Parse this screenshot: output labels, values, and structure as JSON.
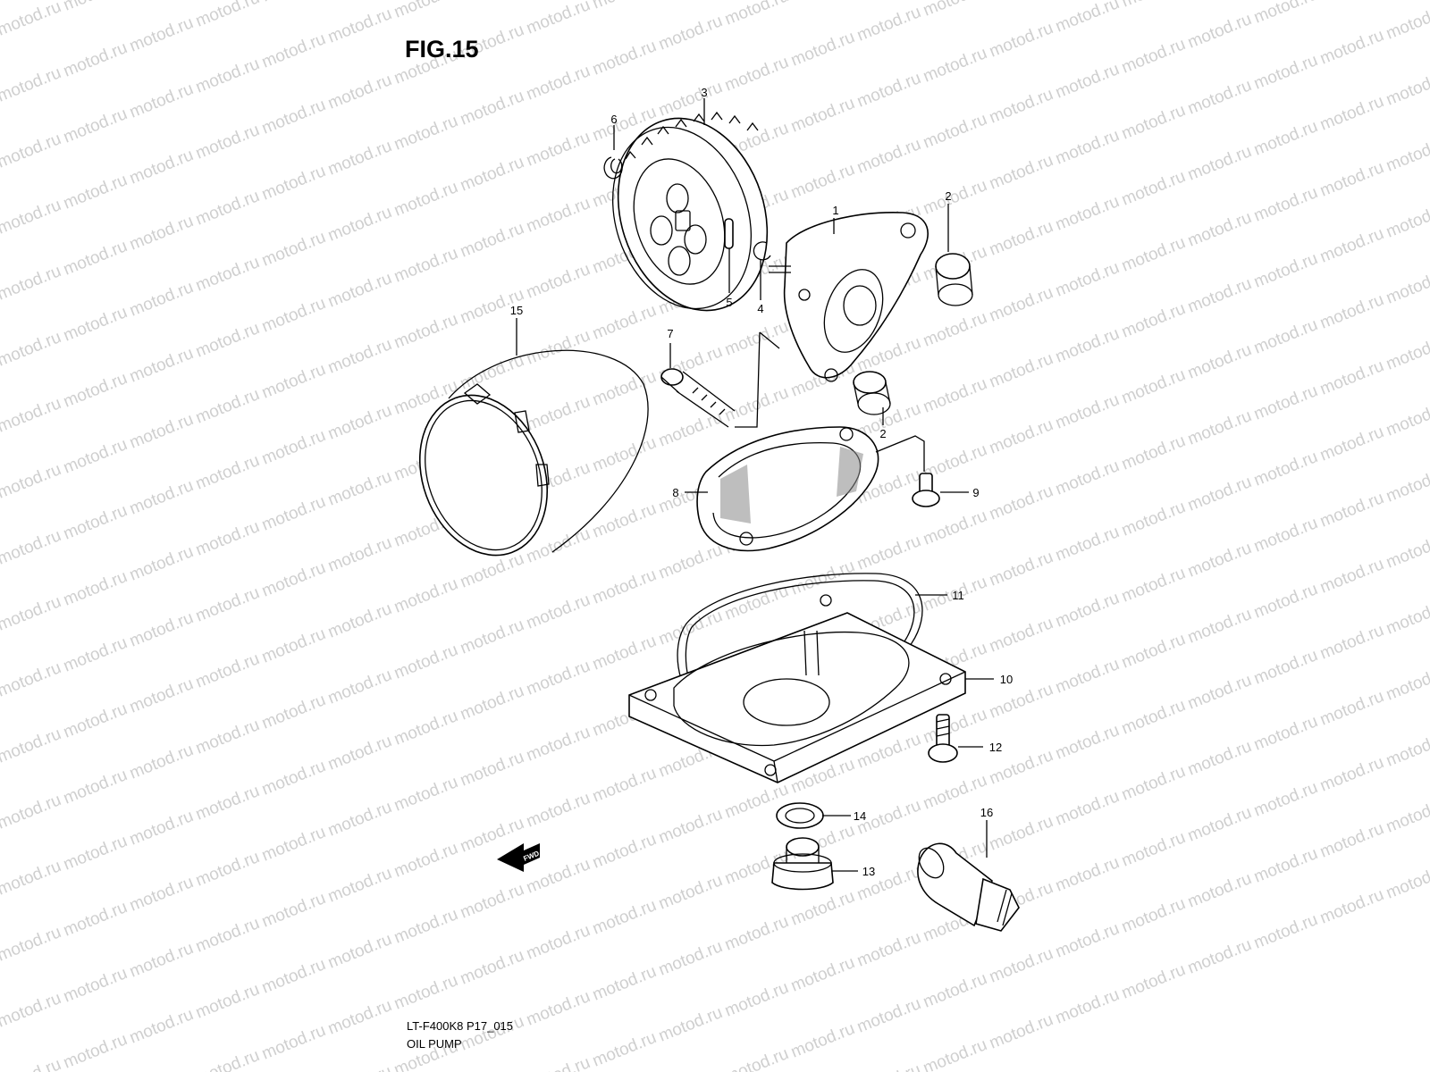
{
  "figure": {
    "title": "FIG.15"
  },
  "watermark": {
    "text": "motod.ru"
  },
  "footer": {
    "code": "LT-F400K8 P17_015",
    "name": "OIL PUMP"
  },
  "direction_arrow": {
    "label": "FWD"
  },
  "callouts": {
    "c1": "1",
    "c2a": "2",
    "c2b": "2",
    "c3": "3",
    "c4": "4",
    "c5": "5",
    "c6": "6",
    "c7": "7",
    "c8": "8",
    "c9": "9",
    "c10": "10",
    "c11": "11",
    "c12": "12",
    "c13": "13",
    "c14": "14",
    "c15": "15",
    "c16": "16"
  }
}
